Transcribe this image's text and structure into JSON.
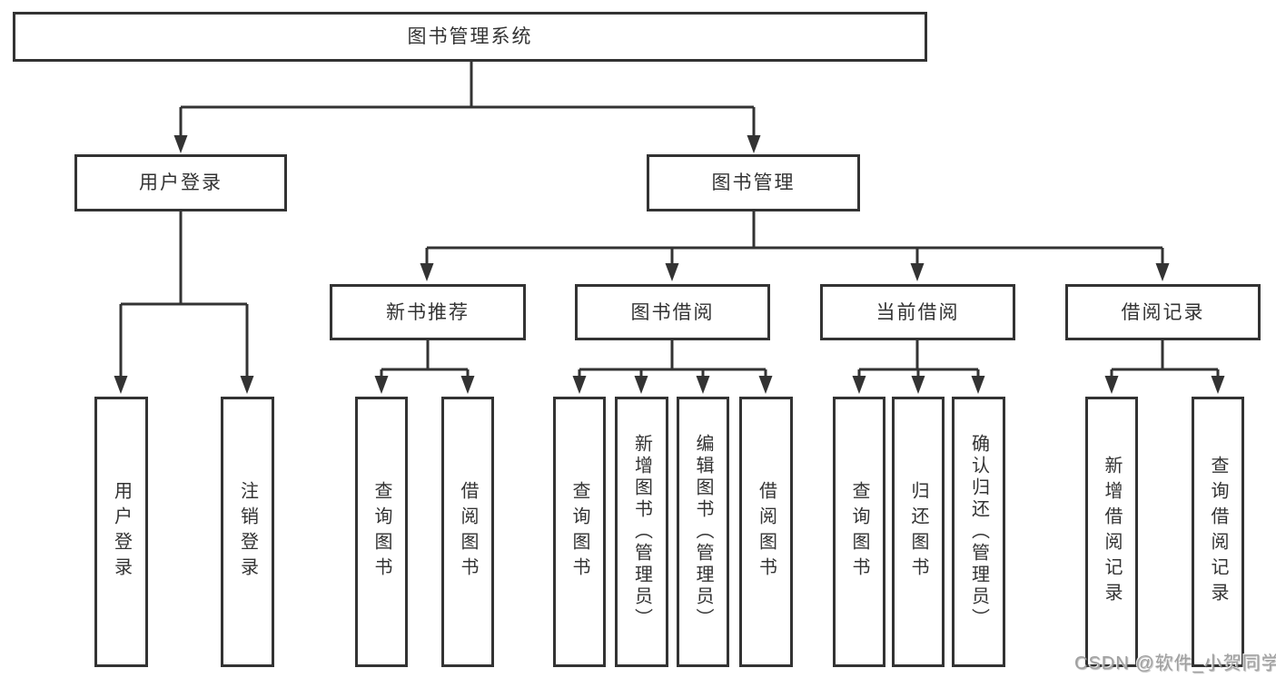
{
  "diagram": {
    "root": {
      "label": "图书管理系统"
    },
    "branches": [
      {
        "label": "用户登录",
        "children": [
          "用户登录",
          "注销登录"
        ]
      },
      {
        "label": "图书管理",
        "children_groups": [
          {
            "label": "新书推荐",
            "children": [
              "查询图书",
              "借阅图书"
            ]
          },
          {
            "label": "图书借阅",
            "children": [
              "查询图书",
              "新增图书（管理员）",
              "编辑图书（管理员）",
              "借阅图书"
            ]
          },
          {
            "label": "当前借阅",
            "children": [
              "查询图书",
              "归还图书",
              "确认归还（管理员）"
            ]
          },
          {
            "label": "借阅记录",
            "children": [
              "新增借阅记录",
              "查询借阅记录"
            ]
          }
        ]
      }
    ]
  },
  "watermark": {
    "text": "CSDN @软件_小贺同学"
  },
  "colors": {
    "line": "#333333",
    "box_border": "#333333",
    "text": "#333333",
    "background": "#ffffff",
    "watermark": "#a0a0a0"
  }
}
